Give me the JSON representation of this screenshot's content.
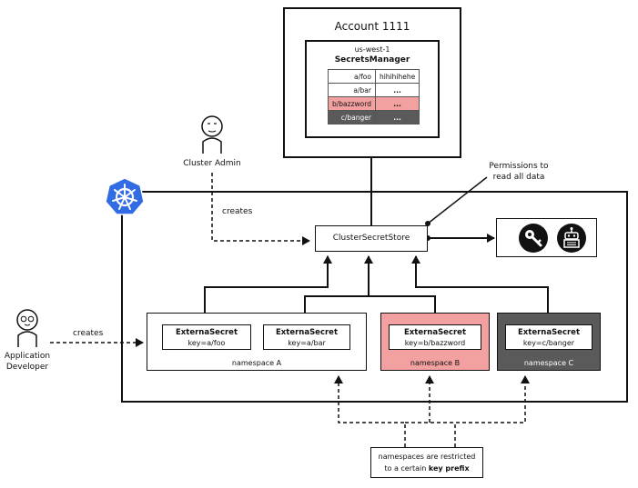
{
  "account": {
    "title": "Account 1111",
    "secrets_manager": {
      "region": "us-west-1",
      "title": "SecretsManager",
      "rows": [
        {
          "key": "a/foo",
          "value": "hihihihehe",
          "style": "plain"
        },
        {
          "key": "a/bar",
          "value": "...",
          "style": "plain"
        },
        {
          "key": "b/bazzword",
          "value": "...",
          "style": "red"
        },
        {
          "key": "c/banger",
          "value": "...",
          "style": "dark"
        }
      ]
    }
  },
  "actors": {
    "cluster_admin": "Cluster Admin",
    "app_developer_line1": "Application",
    "app_developer_line2": "Developer"
  },
  "labels": {
    "creates_admin": "creates",
    "creates_dev": "creates",
    "permissions_line1": "Permissions to",
    "permissions_line2": "read all data"
  },
  "cluster_secret_store": "ClusterSecretStore",
  "providers": {
    "icon_1": "key-icon",
    "icon_2": "robot-icon"
  },
  "namespaces": {
    "a": {
      "label": "namespace A",
      "secrets": [
        {
          "title": "ExternaSecret",
          "key": "key=a/foo"
        },
        {
          "title": "ExternaSecret",
          "key": "key=a/bar"
        }
      ]
    },
    "b": {
      "label": "namespace B",
      "color": "#f2a0a0",
      "secrets": [
        {
          "title": "ExternaSecret",
          "key": "key=b/bazzword"
        }
      ]
    },
    "c": {
      "label": "namespace C",
      "color": "#5a5a5a",
      "secrets": [
        {
          "title": "ExternaSecret",
          "key": "key=c/banger"
        }
      ]
    }
  },
  "note": {
    "line1": "namespaces are restricted",
    "line2_prefix": "to a certain ",
    "line2_bold": "key prefix"
  },
  "colors": {
    "kubernetes_blue": "#326ce5",
    "restricted_red": "#f2a0a0",
    "restricted_dark": "#5a5a5a"
  }
}
